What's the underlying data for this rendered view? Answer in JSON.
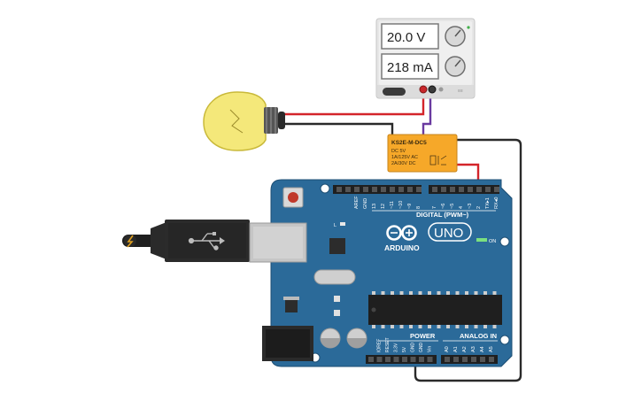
{
  "power_supply": {
    "voltage_display": "20.0 V",
    "current_display": "218 mA"
  },
  "relay": {
    "part_name": "KS2E-M-DC5",
    "spec_lines": [
      "DC 5V",
      "1A/125V AC",
      "2A/30V DC"
    ]
  },
  "arduino": {
    "brand": "ARDUINO",
    "model": "UNO",
    "on_label": "ON",
    "l_label": "L",
    "tx_label": "TX",
    "rx_label": "RX",
    "digital_header": "DIGITAL (PWM~)",
    "power_header": "POWER",
    "analog_header": "ANALOG IN",
    "top_pin_labels": [
      "AREF",
      "GND",
      "13",
      "12",
      "~11",
      "~10",
      "~9",
      "8",
      "7",
      "~6",
      "~5",
      "4",
      "~3",
      "2",
      "TX▸1",
      "RX◂0"
    ],
    "power_pin_labels": [
      "IOREF",
      "RESET",
      "3.3V",
      "5V",
      "GND",
      "GND",
      "Vin"
    ],
    "analog_pin_labels": [
      "A0",
      "A1",
      "A2",
      "A3",
      "A4",
      "A5"
    ]
  },
  "colors": {
    "board": "#2b6a99",
    "wire_red": "#d4242a",
    "wire_black": "#2a2a2a",
    "wire_purple": "#6a3aa0",
    "relay_body": "#f6a829",
    "bulb_glass": "#f4e87a"
  }
}
